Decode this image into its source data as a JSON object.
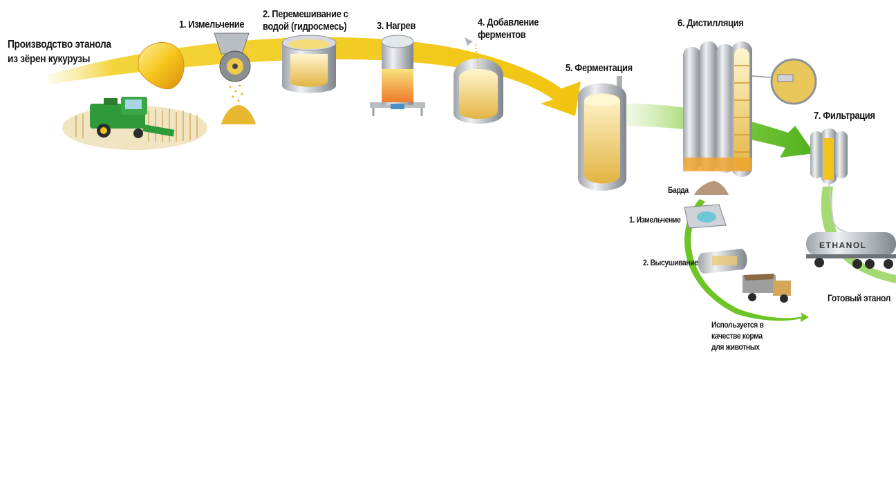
{
  "title": "Производство этанола\nиз зёрен кукурузы",
  "steps": {
    "s1": "1. Измельчение",
    "s2": "2. Перемешивание с\nводой (гидросмесь)",
    "s3": "3. Нагрев",
    "s4": "4. Добавление\nферментов",
    "s5": "5. Ферментация",
    "s6": "6. Дистилляция",
    "s7": "7. Фильтрация"
  },
  "byproduct": {
    "barda": "Барда",
    "milling": "1. Измельчение",
    "drying": "2. Высушивание",
    "use": "Используется в\nкачестве корма\nдля животных"
  },
  "result": "Готовый этанол",
  "truck_text": "ETHANOL",
  "colors": {
    "yellow_flow": "#f2d21b",
    "green_flow": "#6cc425",
    "grain": "#e9b825"
  }
}
